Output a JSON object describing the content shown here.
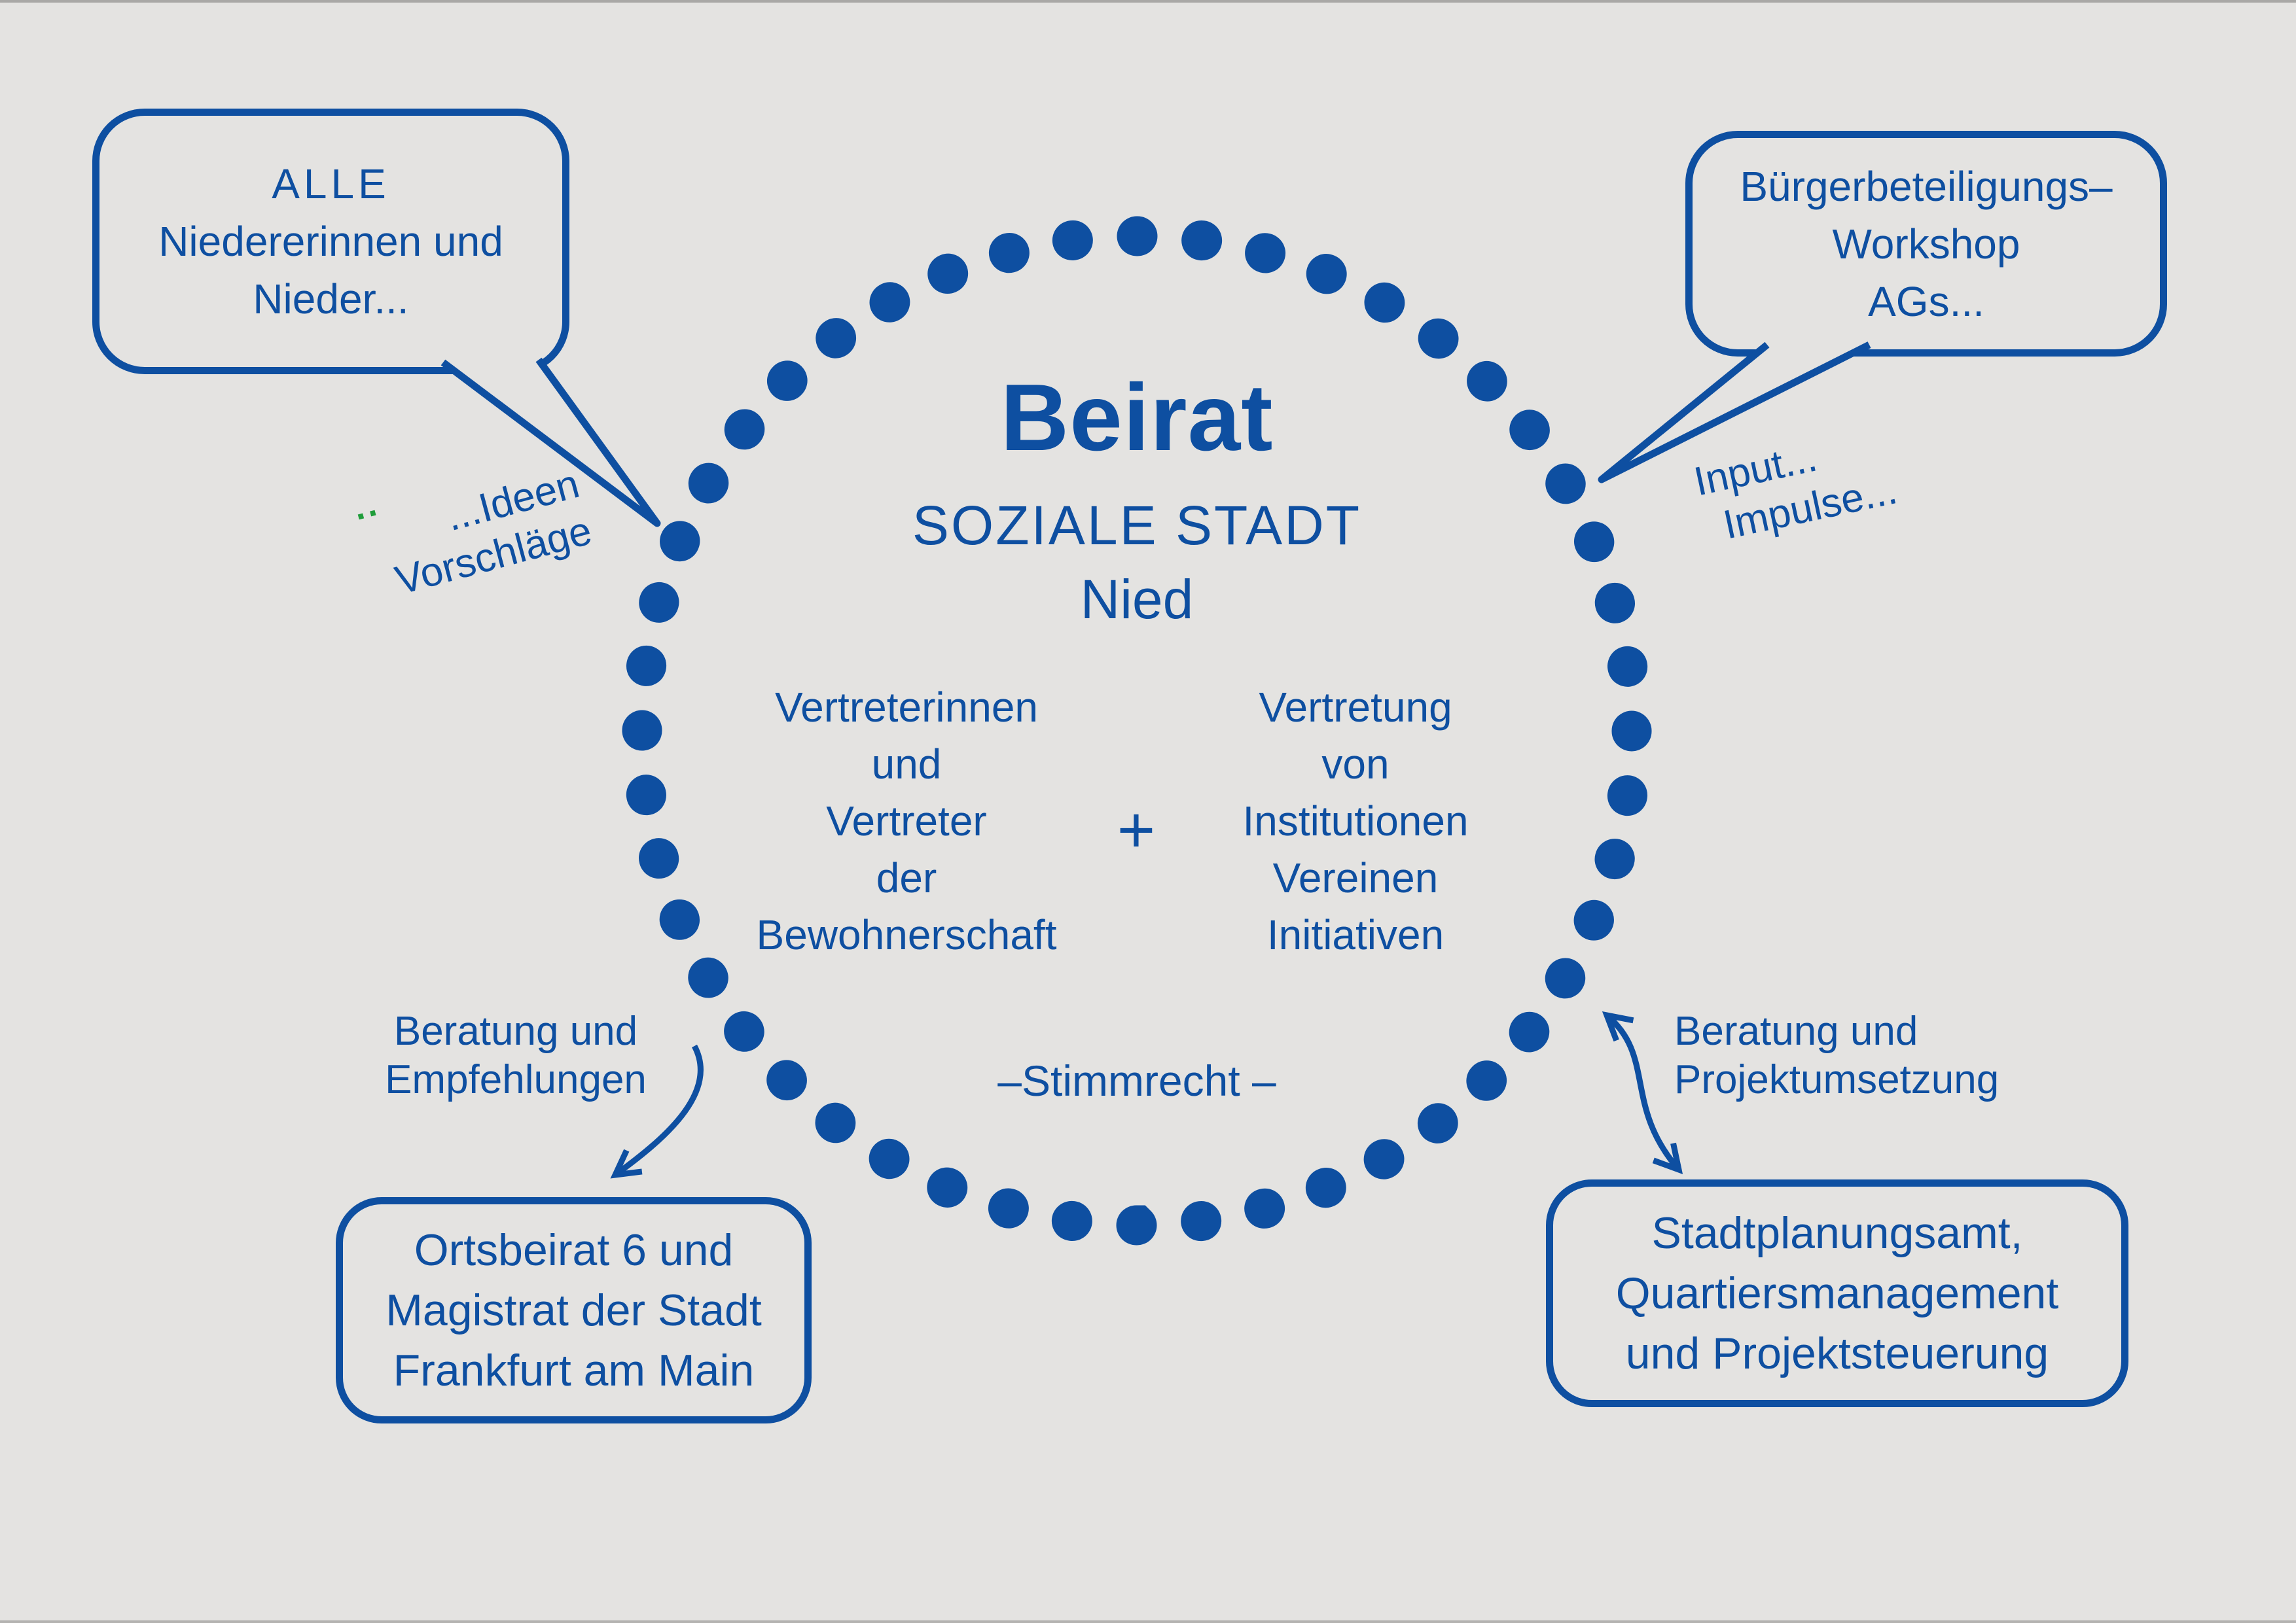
{
  "colors": {
    "accent": "#0e4fa1",
    "bg": "#e4e3e1",
    "green": "#1f9d3a"
  },
  "circle": {
    "title": "Beirat",
    "subtitle": "SOZIALE STADT",
    "subtitle2": "Nied",
    "left_column": [
      "Vertreterinnen",
      "und",
      "Vertreter",
      "der",
      "Bewohnerschaft"
    ],
    "plus": "+",
    "right_column": [
      "Vertretung",
      "von",
      "Institutionen",
      "Vereinen",
      "Initiativen"
    ],
    "bottom_note": "–Stimmrecht –"
  },
  "bubbles": {
    "top_left": {
      "lines": [
        "ALLE",
        "Niedererinnen und",
        "Nieder..."
      ]
    },
    "top_right": {
      "lines": [
        "Bürgerbeteiligungs–",
        "Workshop",
        "AGs..."
      ]
    },
    "bottom_left": {
      "lines": [
        "Ortsbeirat 6 und",
        "Magistrat der Stadt",
        "Frankfurt am Main"
      ]
    },
    "bottom_right": {
      "lines": [
        "Stadtplanungsamt,",
        "Quartiersmanagement",
        "und Projektsteuerung"
      ]
    }
  },
  "labels": {
    "ideen": {
      "line1": "...Ideen",
      "line2": "Vorschläge",
      "green_dots": ".."
    },
    "input": {
      "line1": "Input...",
      "line2": "Impulse..."
    },
    "beratung_left": {
      "line1": "Beratung und",
      "line2": "Empfehlungen"
    },
    "beratung_right": {
      "line1": "Beratung und",
      "line2": "Projektumsetzung"
    }
  }
}
